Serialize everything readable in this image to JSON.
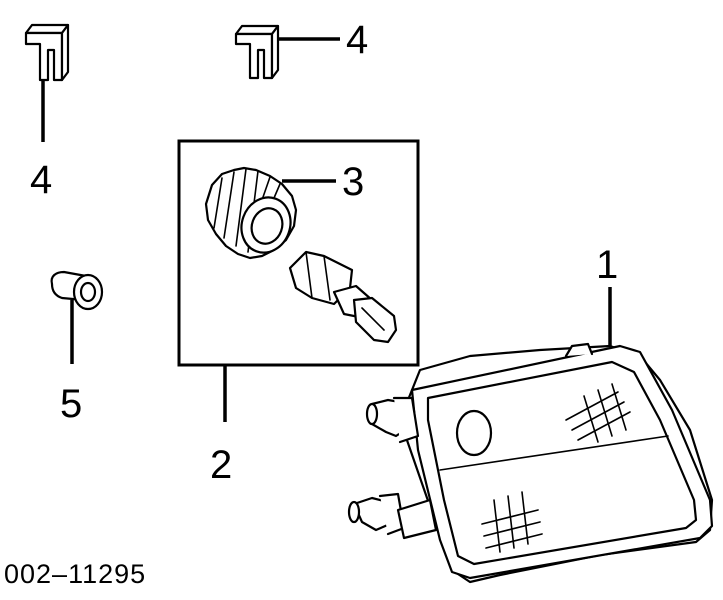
{
  "callouts": [
    {
      "id": "1",
      "text": "1",
      "part": "headlamp-assembly"
    },
    {
      "id": "2",
      "text": "2",
      "part": "bulb-and-socket-group"
    },
    {
      "id": "3",
      "text": "3",
      "part": "bulb-socket"
    },
    {
      "id": "4a",
      "text": "4",
      "part": "retaining-clip"
    },
    {
      "id": "4b",
      "text": "4",
      "part": "retaining-clip"
    },
    {
      "id": "5",
      "text": "5",
      "part": "grommet-nut"
    }
  ],
  "reference_number": "002–11295",
  "colors": {
    "ink": "#000000",
    "background": "#ffffff"
  }
}
